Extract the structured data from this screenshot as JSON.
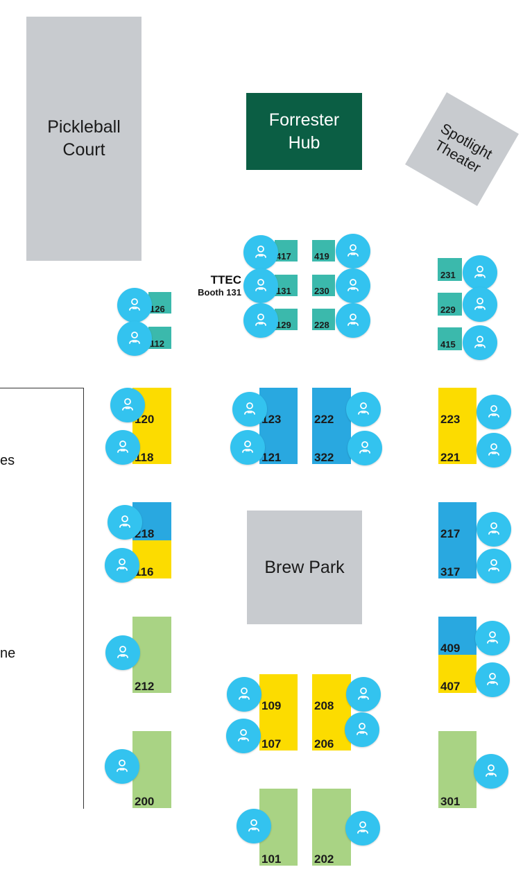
{
  "areas": {
    "pickleball": "Pickleball\nCourt",
    "forrester": "Forrester\nHub",
    "spotlight": "Spotlight\nTheater",
    "brew": "Brew Park"
  },
  "left_panel": {
    "label_top": "es",
    "label_bottom": "ne"
  },
  "ttec": {
    "name": "TTEC",
    "booth": "Booth 131"
  },
  "booths": {
    "b417": "417",
    "b419": "419",
    "b131": "131",
    "b230": "230",
    "b129": "129",
    "b228": "228",
    "b126": "126",
    "b112": "112",
    "b231": "231",
    "b229": "229",
    "b415": "415",
    "b120": "120",
    "b118": "118",
    "b123": "123",
    "b121": "121",
    "b222": "222",
    "b322": "322",
    "b223": "223",
    "b221": "221",
    "b218": "218",
    "b116": "116",
    "b217": "217",
    "b317": "317",
    "b212": "212",
    "b409": "409",
    "b407": "407",
    "b109": "109",
    "b107": "107",
    "b208": "208",
    "b206": "206",
    "b200": "200",
    "b301": "301",
    "b101": "101",
    "b202": "202"
  },
  "colors": {
    "area_gray": "#c8cbcf",
    "hub_green": "#0b5e44",
    "teal": "#3bb9ac",
    "blue": "#29a8e0",
    "yellow": "#fcdc00",
    "green": "#a9d384",
    "pin": "#33c3ef"
  },
  "pin_icon": "person-icon"
}
